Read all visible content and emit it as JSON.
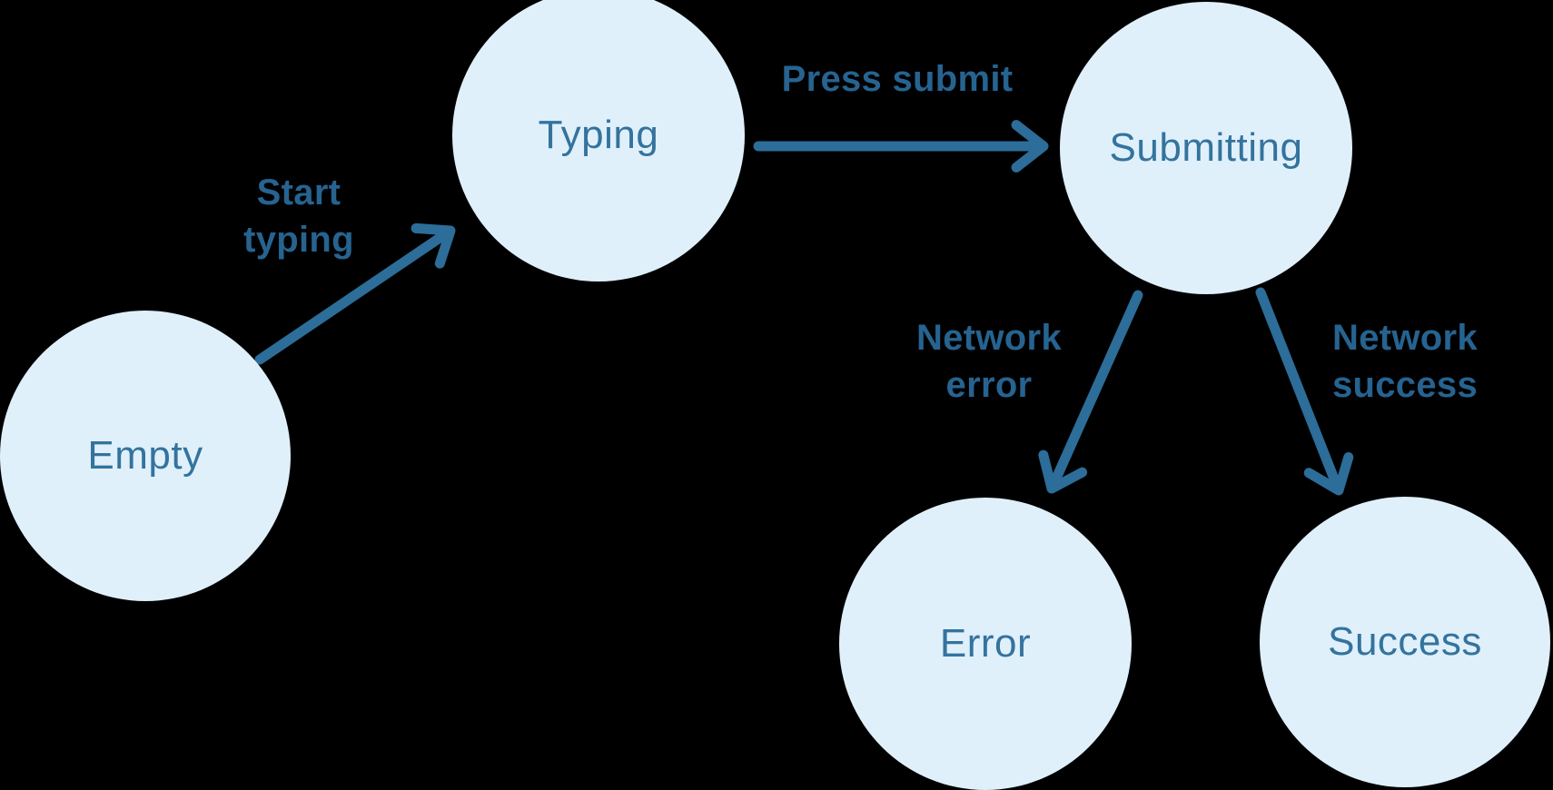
{
  "diagram": {
    "type": "state-machine",
    "states": [
      {
        "id": "empty",
        "label": "Empty"
      },
      {
        "id": "typing",
        "label": "Typing"
      },
      {
        "id": "submitting",
        "label": "Submitting"
      },
      {
        "id": "error",
        "label": "Error"
      },
      {
        "id": "success",
        "label": "Success"
      }
    ],
    "transitions": [
      {
        "from": "empty",
        "to": "typing",
        "label": "Start typing"
      },
      {
        "from": "typing",
        "to": "submitting",
        "label": "Press submit"
      },
      {
        "from": "submitting",
        "to": "error",
        "label": "Network error"
      },
      {
        "from": "submitting",
        "to": "success",
        "label": "Network success"
      }
    ]
  },
  "colors": {
    "background": "#000000",
    "state_fill": "#dff0fb",
    "state_text": "#34739d",
    "transition_label": "#266390",
    "arrow": "#2c6d99"
  }
}
